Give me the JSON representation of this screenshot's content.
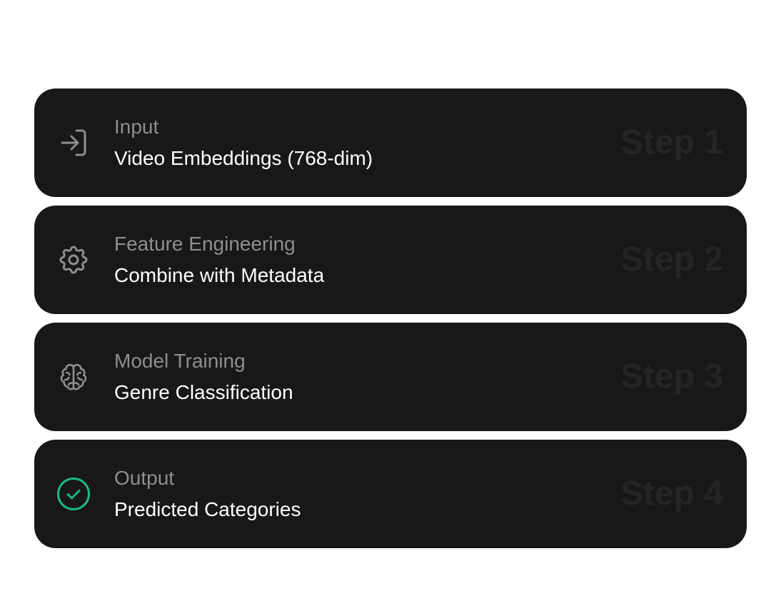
{
  "steps": [
    {
      "icon": "sign-in-icon",
      "label": "Input",
      "title": "Video Embeddings (768-dim)",
      "step": "Step 1"
    },
    {
      "icon": "gear-icon",
      "label": "Feature Engineering",
      "title": "Combine with Metadata",
      "step": "Step 2"
    },
    {
      "icon": "brain-icon",
      "label": "Model Training",
      "title": "Genre Classification",
      "step": "Step 3"
    },
    {
      "icon": "check-circle-icon",
      "label": "Output",
      "title": "Predicted Categories",
      "step": "Step 4"
    }
  ],
  "colors": {
    "card_background": "#181818",
    "label": "#8f8f8f",
    "title": "#ffffff",
    "step_watermark": "#252525",
    "icon_default": "#8f8f8f",
    "icon_success": "#1db984"
  }
}
